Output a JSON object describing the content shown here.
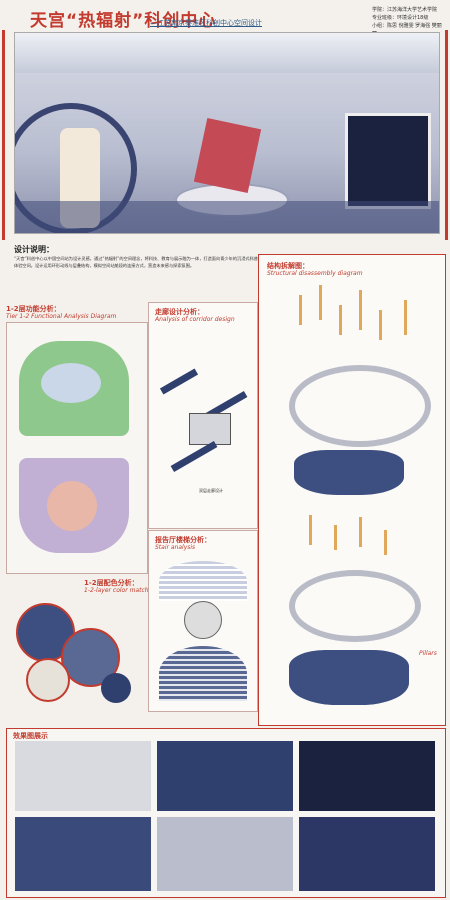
{
  "header": {
    "title": "天宫“热辐射”科创中心",
    "subtitle": "—江苏南京秦淮区科创中心空间设计",
    "school_lines": [
      "学院：江苏海洋大学艺术学院",
      "专业班级：环境设计18级",
      "小组：陈思 倪雅雯 罗海强 樊丽丽"
    ]
  },
  "sections": {
    "design_note": "设计说明：",
    "design_text": "“天宫”科创中心以中国空间站为设计灵感，通过“热辐射”的空间理念，将科技、教育与展示融为一体，打造面向青少年的沉浸式科普体验空间。设计运用环形动线与层叠结构，模拟空间站舱段的连接方式，营造未来感与探索氛围。",
    "func_cn": "1-2层功能分析：",
    "func_en": "Tier 1-2 Functional Analysis Diagram",
    "color_cn": "1-2层配色分析：",
    "color_en": "1-2-layer color matching",
    "corridor_cn": "走廊设计分析：",
    "corridor_en": "Analysis of corridor design",
    "stair_cn": "报告厅楼梯分析：",
    "stair_en": "Stair analysis",
    "struct_cn": "结构拆解图：",
    "struct_en": "Structural disassembly diagram",
    "pillars": "Pillars",
    "renders_title": "效果图展示",
    "corridor_note": "双层走廊设计"
  },
  "renders": [
    {
      "label": ""
    },
    {
      "label": ""
    },
    {
      "label": ""
    },
    {
      "label": ""
    },
    {
      "label": ""
    },
    {
      "label": ""
    }
  ],
  "colors": {
    "accent_red": "#c23b2e",
    "navy": "#2f3f6e",
    "wood": "#e0a85a"
  }
}
